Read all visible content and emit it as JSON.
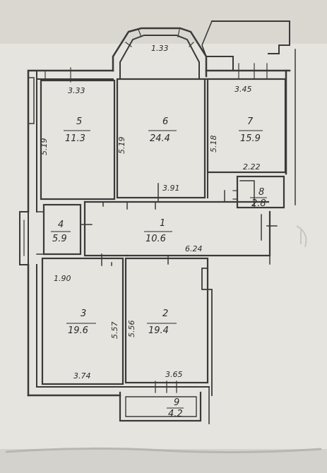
{
  "rooms": [
    {
      "id": "5",
      "area": "11.3"
    },
    {
      "id": "6",
      "area": "24.4"
    },
    {
      "id": "7",
      "area": "15.9"
    },
    {
      "id": "8",
      "area": "2.8"
    },
    {
      "id": "4",
      "area": "5.9"
    },
    {
      "id": "1",
      "area": "10.6"
    },
    {
      "id": "3",
      "area": "19.6"
    },
    {
      "id": "2",
      "area": "19.4"
    },
    {
      "id": "9",
      "area": "4.2"
    }
  ],
  "dimensions": {
    "bay_top": "1.33",
    "room5_width": "3.33",
    "room7_width": "3.45",
    "room5_height": "5.19",
    "room6_height": "5.19",
    "room7_height": "5.18",
    "room8_width": "2.22",
    "hall_top": "3.91",
    "hall_length": "6.24",
    "room3_top": "1.90",
    "room3_height": "5.57",
    "room2_height": "5.56",
    "room3_width": "3.74",
    "room2_width": "3.65"
  },
  "colors": {
    "paper": "#e6e4de",
    "wall": "#3a3a3a",
    "ink": "#2a2a2a"
  }
}
